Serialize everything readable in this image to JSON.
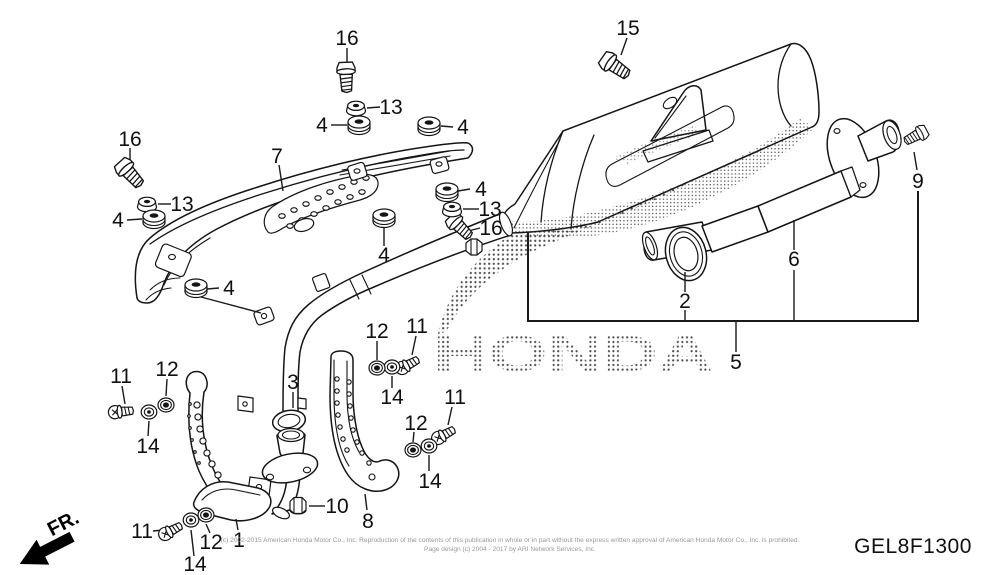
{
  "diagram": {
    "code": "GEL8F1300",
    "direction_label": "FR.",
    "watermark": "HONDA",
    "copyright_line1": "(c) 2002-2015 American Honda Motor Co., Inc. Reproduction of the contents of this publication in whole or in part without the express written approval of American Honda Motor Co., Inc. is prohibited.",
    "copyright_line2": "Page design (c) 2004 - 2017 by ARI Network Services, Inc."
  },
  "callouts": [
    {
      "n": "16"
    },
    {
      "n": "13"
    },
    {
      "n": "4"
    },
    {
      "n": "4"
    },
    {
      "n": "16"
    },
    {
      "n": "13"
    },
    {
      "n": "4"
    },
    {
      "n": "7"
    },
    {
      "n": "4"
    },
    {
      "n": "13"
    },
    {
      "n": "16"
    },
    {
      "n": "4"
    },
    {
      "n": "4"
    },
    {
      "n": "15"
    },
    {
      "n": "9"
    },
    {
      "n": "2"
    },
    {
      "n": "5"
    },
    {
      "n": "6"
    },
    {
      "n": "3"
    },
    {
      "n": "10"
    },
    {
      "n": "8"
    },
    {
      "n": "1"
    },
    {
      "n": "11"
    },
    {
      "n": "12"
    },
    {
      "n": "14"
    },
    {
      "n": "12"
    },
    {
      "n": "11"
    },
    {
      "n": "14"
    },
    {
      "n": "11"
    },
    {
      "n": "12"
    },
    {
      "n": "14"
    },
    {
      "n": "11"
    },
    {
      "n": "12"
    },
    {
      "n": "14"
    }
  ]
}
